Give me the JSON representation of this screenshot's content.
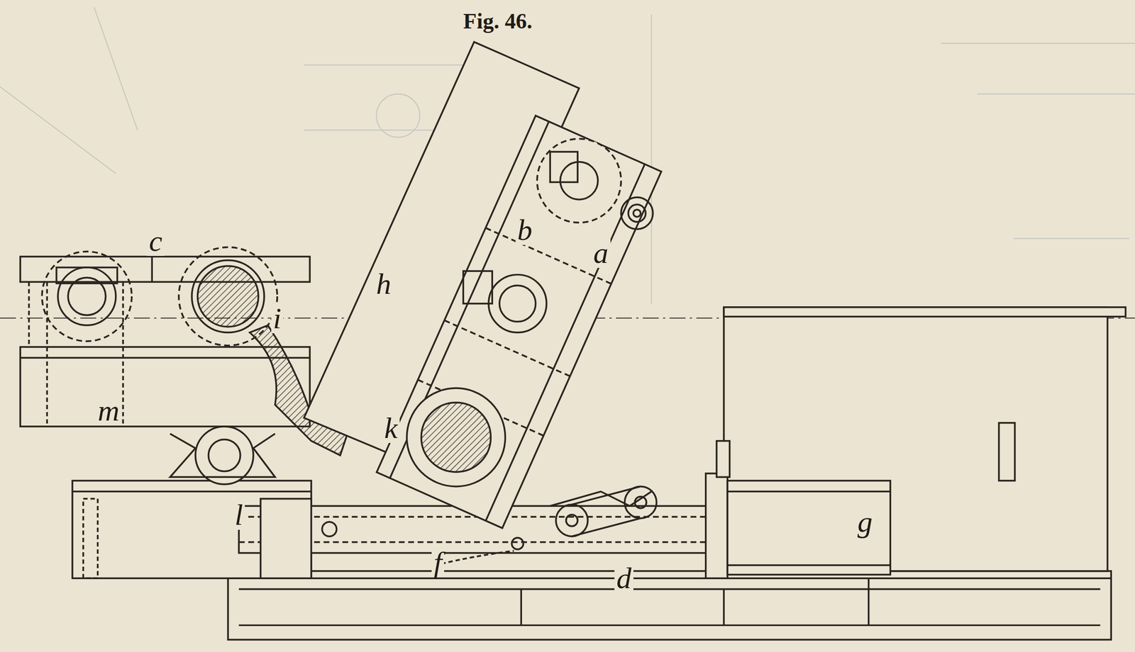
{
  "diagram": {
    "title": "Fig. 46.",
    "labels": [
      "c",
      "i",
      "m",
      "h",
      "b",
      "a",
      "k",
      "l",
      "f",
      "d",
      "g"
    ]
  }
}
